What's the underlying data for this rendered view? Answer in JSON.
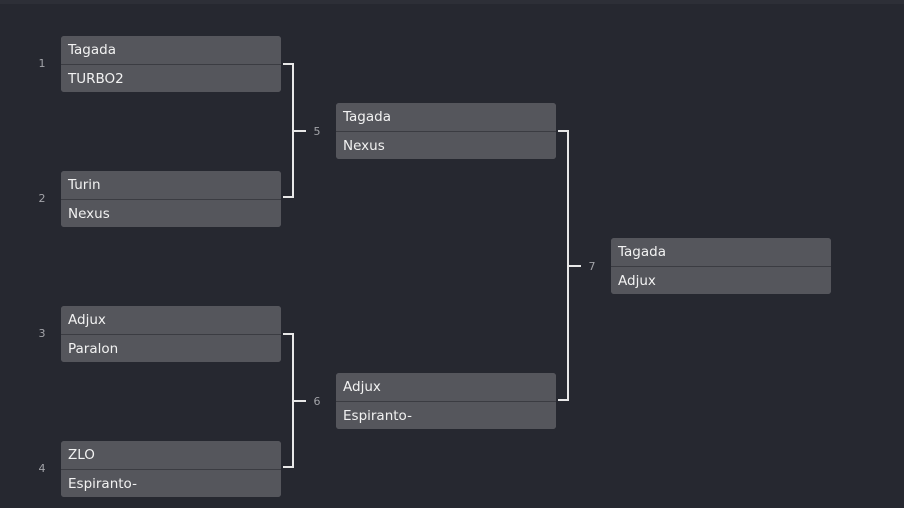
{
  "rounds": {
    "round1": [
      {
        "number": "1",
        "team_a": "Tagada",
        "team_b": "TURBO2"
      },
      {
        "number": "2",
        "team_a": "Turin",
        "team_b": "Nexus"
      },
      {
        "number": "3",
        "team_a": "Adjux",
        "team_b": "Paralon"
      },
      {
        "number": "4",
        "team_a": "ZLO",
        "team_b": "Espiranto-"
      }
    ],
    "round2": [
      {
        "number": "5",
        "team_a": "Tagada",
        "team_b": "Nexus"
      },
      {
        "number": "6",
        "team_a": "Adjux",
        "team_b": "Espiranto-"
      }
    ],
    "final": [
      {
        "number": "7",
        "team_a": "Tagada",
        "team_b": "Adjux"
      }
    ]
  },
  "colors": {
    "background": "#262830",
    "slot": "#55565c",
    "connector": "#e8e8e8",
    "label": "#a3a4a9"
  }
}
